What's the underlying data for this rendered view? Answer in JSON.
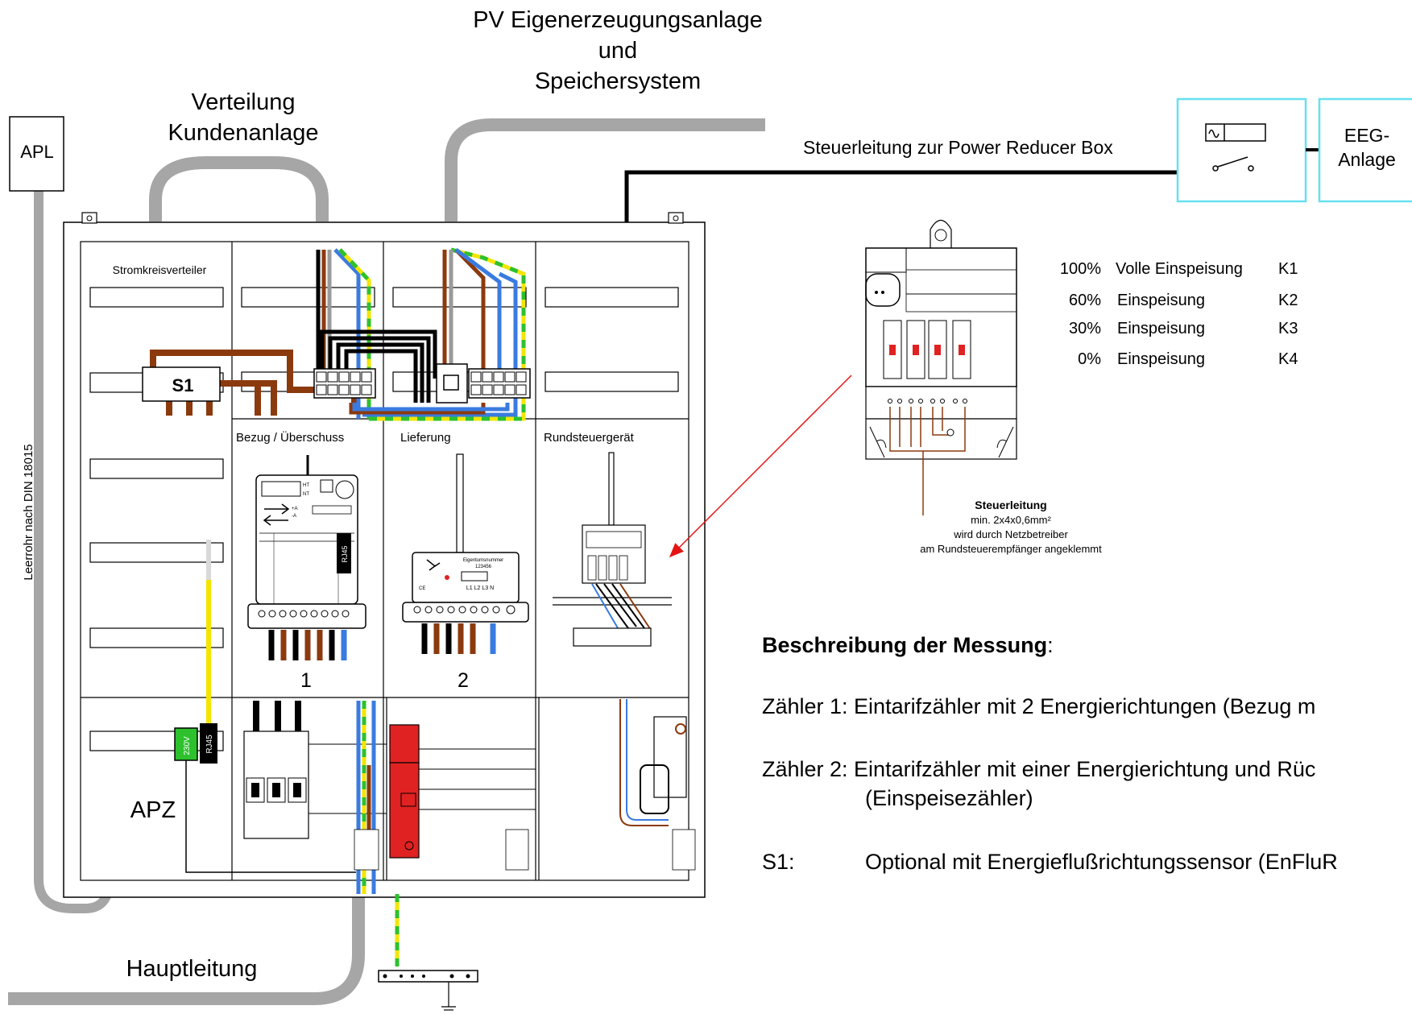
{
  "labels": {
    "apl": "APL",
    "leerrohr": "Leerrohr nach DIN 18015",
    "verteilung_line1": "Verteilung",
    "verteilung_line2": "Kundenanlage",
    "pv_line1": "PV Eigenerzeugungsanlage",
    "pv_line2": "und",
    "pv_line3": "Speichersystem",
    "steuerleitung_box": "Steuerleitung zur Power Reducer Box",
    "eeg_line1": "EEG-",
    "eeg_line2": "Anlage",
    "stromkreisverteiler": "Stromkreisverteiler",
    "s1": "S1",
    "bezug": "Bezug / Überschuss",
    "lieferung": "Lieferung",
    "rundsteuergeraet": "Rundsteuergerät",
    "meter1": "1",
    "meter2": "2",
    "apz": "APZ",
    "hauptleitung": "Hauptleitung",
    "rj45_meter": "RJ45",
    "rj45_apz": "RJ45",
    "v230": "230V"
  },
  "meter_text": {
    "ht": "HT",
    "nt": "NT",
    "plus_a": "+A",
    "minus_a": "-A",
    "eigentum": "Eigentumsnummer",
    "eigentum_nr": "123456",
    "phases": "L1  L2  L3  N",
    "ce": "CE"
  },
  "einspeisung": [
    {
      "pct": "100%",
      "text": "Volle Einspeisung",
      "k": "K1"
    },
    {
      "pct": "60%",
      "text": "Einspeisung",
      "k": "K2"
    },
    {
      "pct": "30%",
      "text": "Einspeisung",
      "k": "K3"
    },
    {
      "pct": "0%",
      "text": "Einspeisung",
      "k": "K4"
    }
  ],
  "steuer_note": {
    "title": "Steuerleitung",
    "line1": "min. 2x4x0,6mm²",
    "line2": "wird durch Netzbetreiber",
    "line3": "am Rundsteuerempfänger angeklemmt"
  },
  "beschreibung": {
    "title": "Beschreibung der Messung",
    "colon": ":",
    "z1": "Zähler 1: Eintarifzähler mit 2 Energierichtungen (Bezug m",
    "z2_line1": "Zähler 2: Eintarifzähler mit einer Energierichtung und Rüc",
    "z2_line2": "(Einspeisezähler)",
    "s1_label": "S1:",
    "s1_text": "Optional mit Energieflußrichtungssensor (EnFluR"
  },
  "colors": {
    "brown": "#8B3A0E",
    "blue": "#3A7BE0",
    "black": "#000000",
    "grey": "#9A9A9A",
    "yellow": "#F2E600",
    "green": "#2DC12D",
    "red": "#E02222",
    "cyan": "#66E0F0",
    "arrow_red": "#E51414",
    "conduit": "#A6A6A6"
  }
}
